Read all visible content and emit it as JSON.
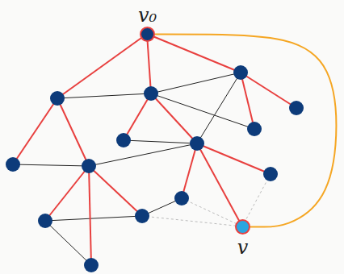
{
  "diagram": {
    "nodes": [
      {
        "text": [
          "v₀"
        ]
      },
      {
        "text": [
          "v"
        ]
      }
    ],
    "edges": [
      {
        "from": 0,
        "to": 1,
        "arrow": "none"
      }
    ]
  }
}
